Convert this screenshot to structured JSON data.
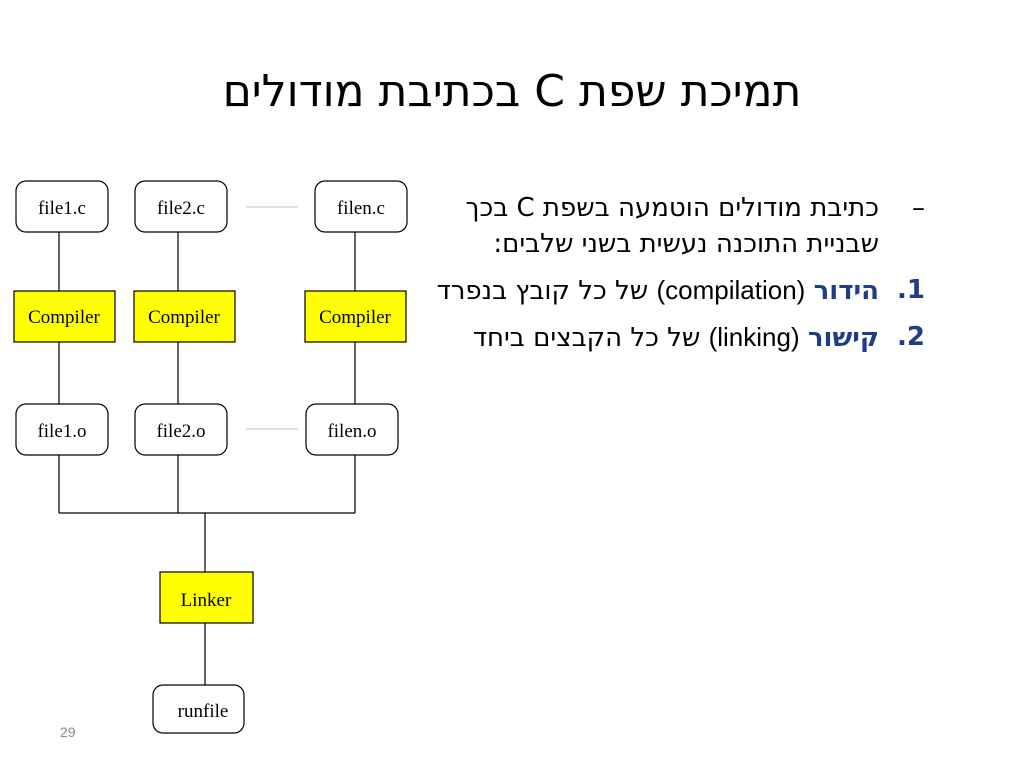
{
  "slide": {
    "title": "תמיכת שפת C בכתיבת מודולים",
    "page_number": "29"
  },
  "diagram": {
    "source_files": [
      "file1.c",
      "file2.c",
      "filen.c"
    ],
    "compilers": [
      "Compiler",
      "Compiler",
      "Compiler"
    ],
    "object_files": [
      "file1.o",
      "file2.o",
      "filen.o"
    ],
    "linker": "Linker",
    "output": "runfile",
    "colors": {
      "stage_fill": "#ffff00",
      "border": "#000000",
      "ellipsis_line": "#c0c0c0"
    }
  },
  "bullets": {
    "intro_marker": "–",
    "intro_text": "כתיבת מודולים הוטמעה בשפת C בכך שבניית התוכנה נעשית בשני שלבים:",
    "steps": [
      {
        "marker": "1.",
        "term": "הידור",
        "english": "(compilation)",
        "rest": "של כל קובץ בנפרד"
      },
      {
        "marker": "2.",
        "term": "קישור",
        "english": "(linking)",
        "rest": "של כל הקבצים ביחד"
      }
    ],
    "accent_color": "#1f3c88"
  }
}
